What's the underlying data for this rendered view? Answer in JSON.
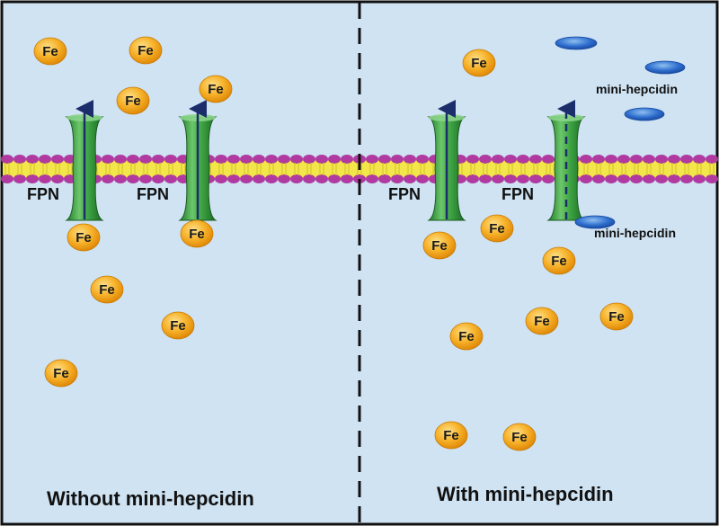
{
  "panels": {
    "left": {
      "caption": "Without mini-hepcidin"
    },
    "right": {
      "caption": "With mini-hepcidin"
    }
  },
  "labels": {
    "fpn": "FPN",
    "fe": "Fe",
    "mini_hepcidin": "mini-hepcidin"
  },
  "colors": {
    "background": "#cfe3f3",
    "border": "#111111",
    "membrane_head": "#b03aa0",
    "membrane_tail": "#f2e64a",
    "channel": "#2e9a3a",
    "iron": "#f5a516",
    "peptide": "#2a6fd0",
    "arrow": "#1b2e6b"
  },
  "icons": [
    "iron-ion",
    "ferroportin-channel",
    "mini-hepcidin-peptide",
    "export-arrow"
  ]
}
